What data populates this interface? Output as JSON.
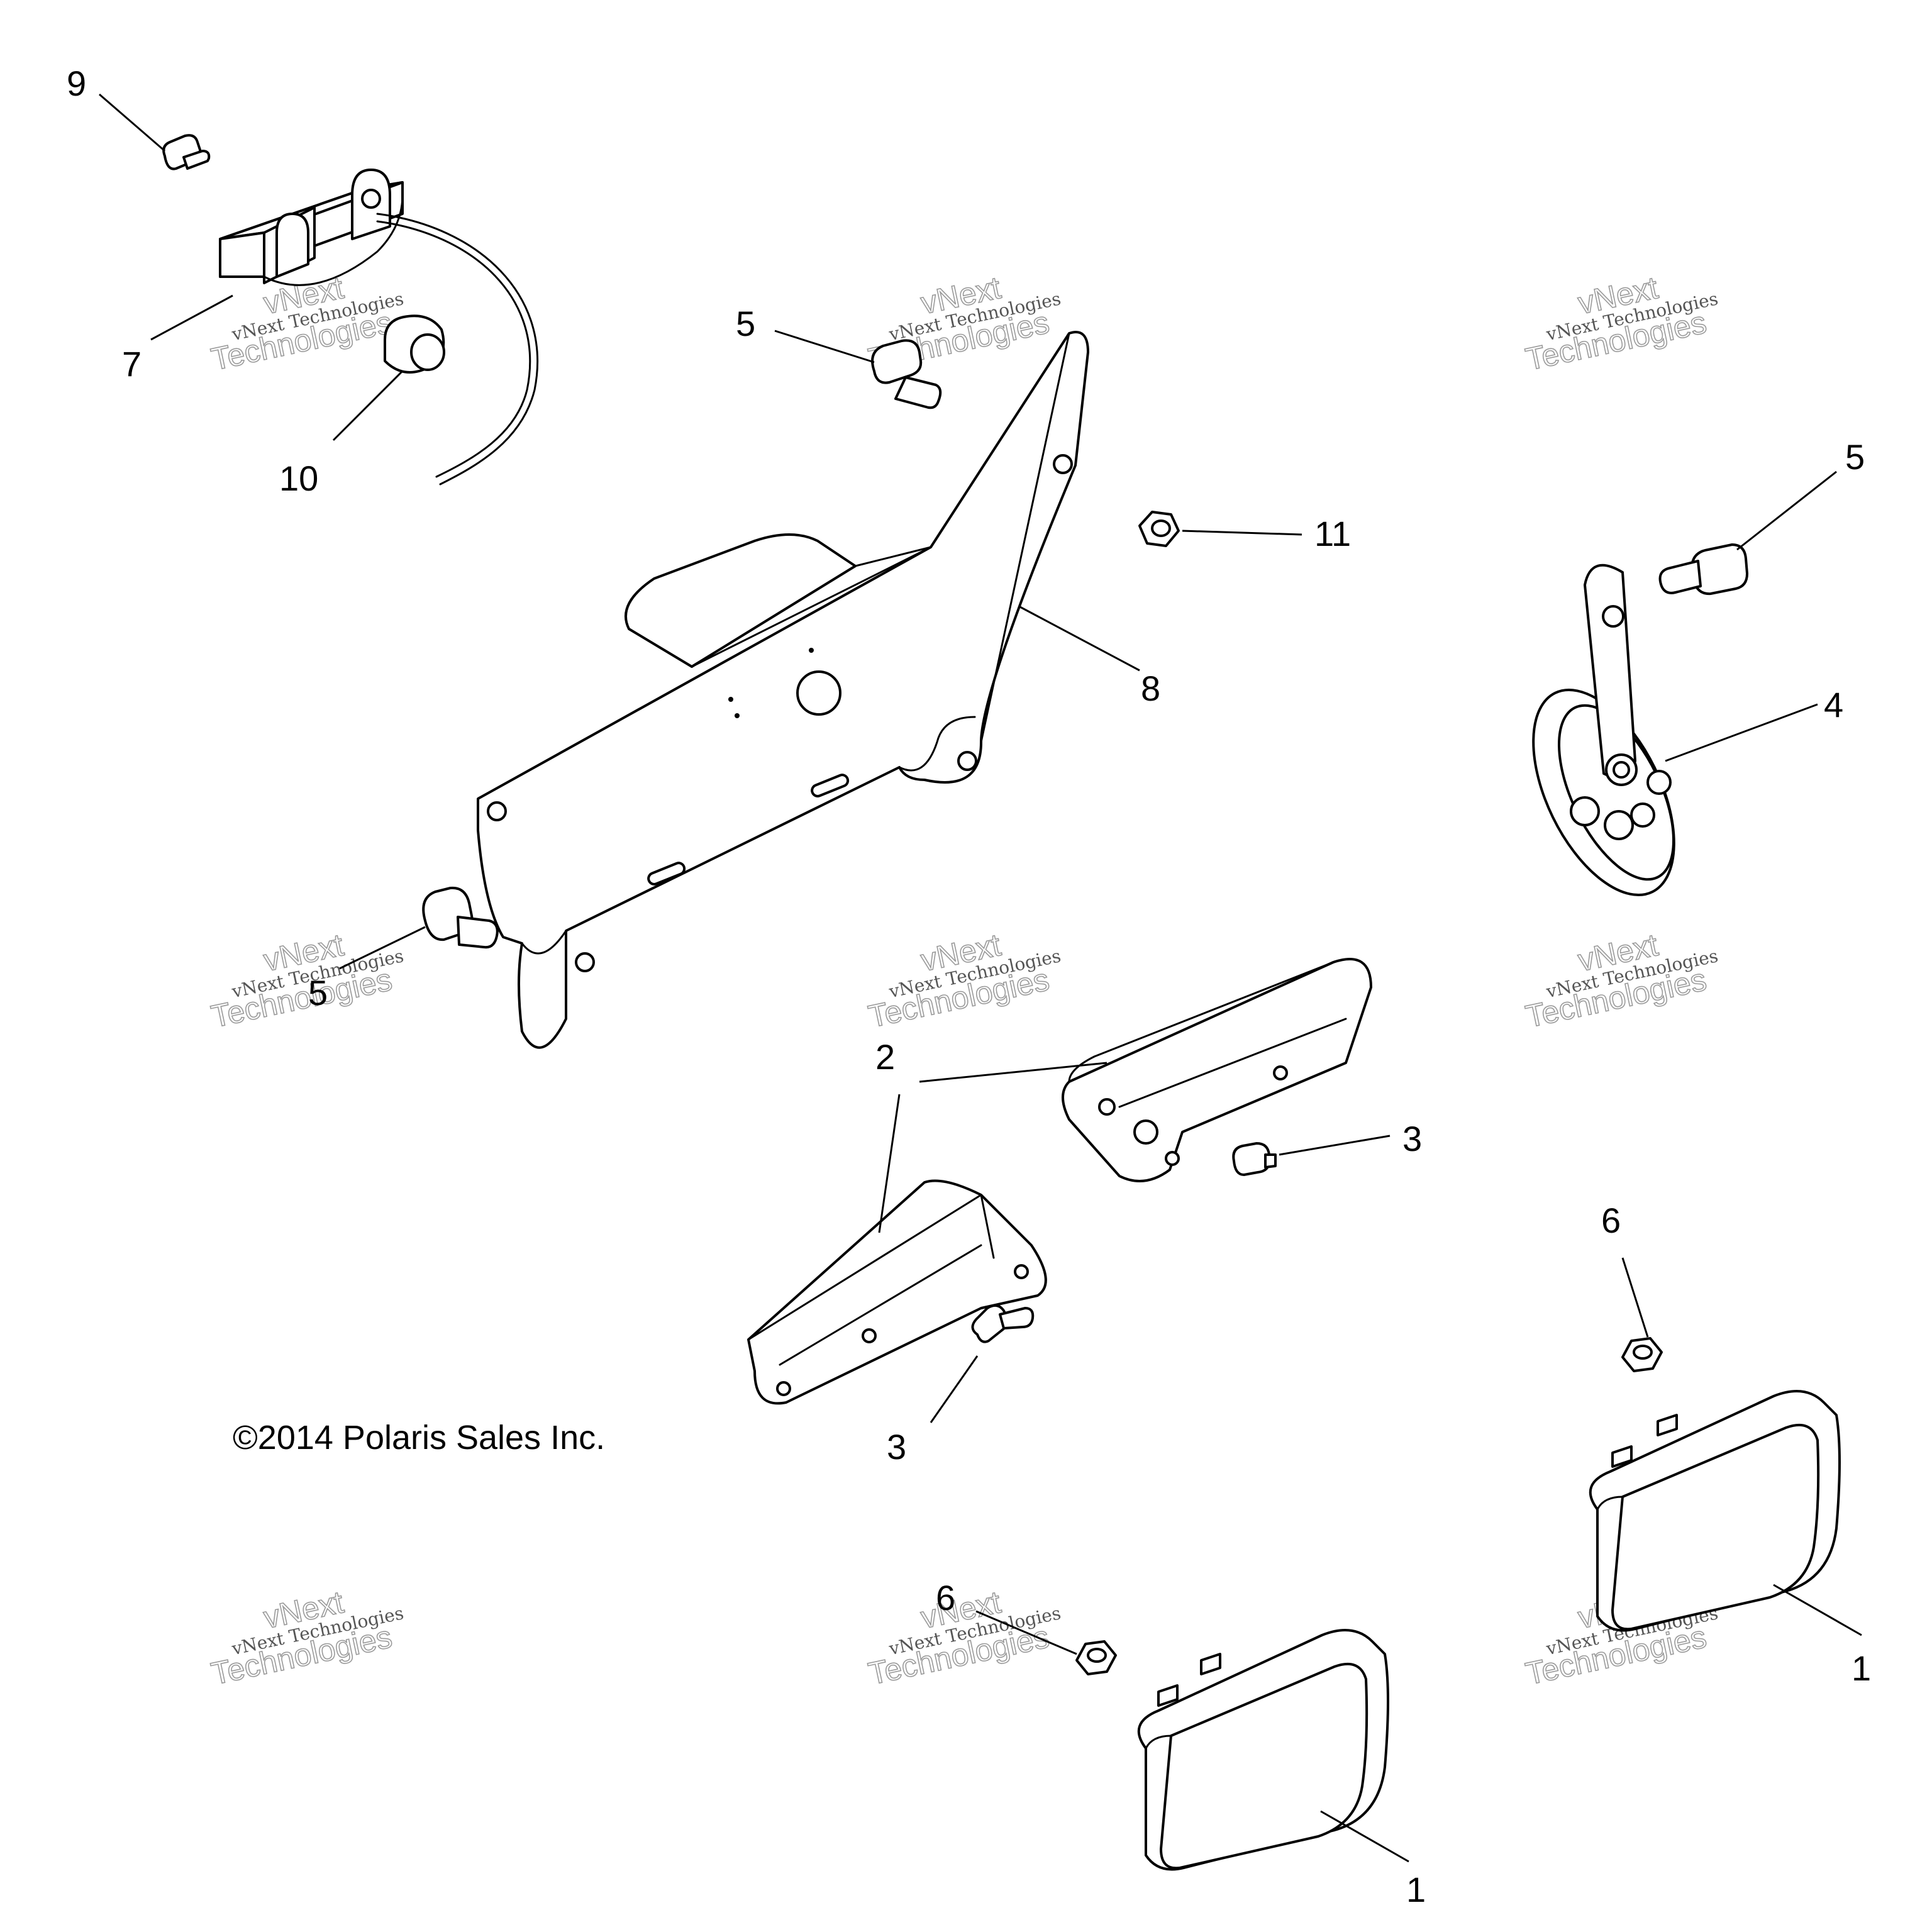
{
  "copyright": "©2014  Polaris Sales Inc.",
  "watermark": {
    "line1": "vNext",
    "line2": "vNext Technologies",
    "line3": "Technologies"
  },
  "callouts": {
    "c1a": "1",
    "c1b": "1",
    "c2": "2",
    "c3a": "3",
    "c3b": "3",
    "c4": "4",
    "c5a": "5",
    "c5b": "5",
    "c5c": "5",
    "c6a": "6",
    "c6b": "6",
    "c7": "7",
    "c8": "8",
    "c9": "9",
    "c10": "10",
    "c11": "11"
  }
}
